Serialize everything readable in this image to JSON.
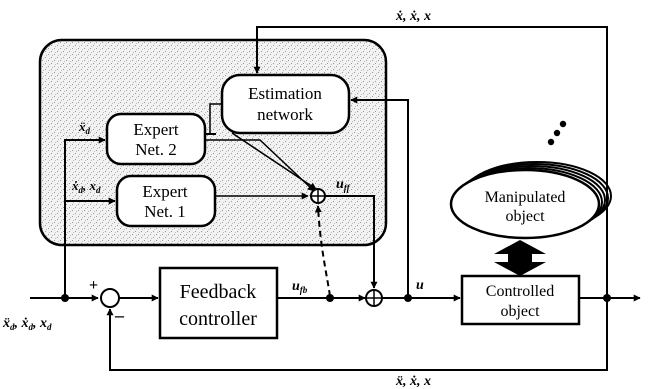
{
  "blocks": {
    "estimation_network": [
      "Estimation",
      "network"
    ],
    "expert_net_2": [
      "Expert",
      "Net. 2"
    ],
    "expert_net_1": [
      "Expert",
      "Net. 1"
    ],
    "feedback_controller": [
      "Feedback",
      "controller"
    ],
    "controlled_object": [
      "Controlled",
      "object"
    ],
    "manipulated_object": [
      "Manipulated",
      "object"
    ]
  },
  "signals": {
    "top_feedback": {
      "main": "ẋ, ẋ, x"
    },
    "bottom_feedback": {
      "main": "ẍ, ẋ, x"
    },
    "reference_input": {
      "main": "ẍ",
      "sub1": "d",
      "mid": ", ẋ",
      "sub2": "d",
      "mid2": ", x",
      "sub3": "d"
    },
    "expert2_input": {
      "main": "ẍ",
      "sub": "d"
    },
    "expert1_input": {
      "main": "ẋ",
      "sub1": "d",
      "mid": ", x",
      "sub2": "d"
    },
    "u_ff": {
      "main": "u",
      "sub": "ff"
    },
    "u_fb": {
      "main": "u",
      "sub": "fb"
    },
    "u": {
      "main": "u"
    }
  },
  "summing_signs": {
    "plus": "+",
    "minus": "–"
  }
}
